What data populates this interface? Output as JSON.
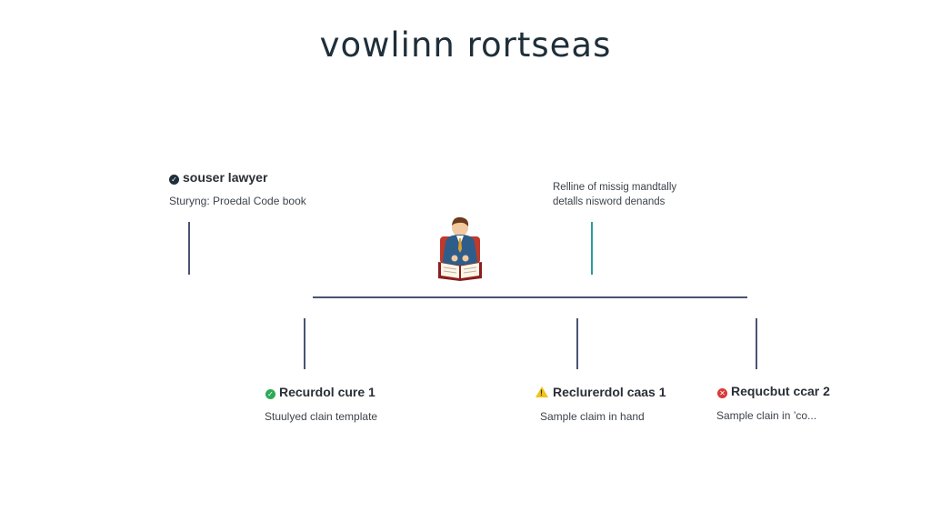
{
  "title": "vowlinn rortseas",
  "top_left": {
    "status_icon": "check-circle-icon",
    "status_color": "#1f2f3a",
    "heading": "souser lawyer",
    "subtext": "Sturyng: Proedal Code book"
  },
  "top_right": {
    "lines": [
      "Relline of missig mandtally",
      "detalls nisword denands"
    ]
  },
  "center_illustration": "lawyer-reading-book-icon",
  "nodes": [
    {
      "status_icon": "check-circle-icon",
      "status_color": "#2eaa58",
      "heading": "Recurdol cure 1",
      "subtext": "Stuulyed clain template"
    },
    {
      "status_icon": "warning-triangle-icon",
      "status_color": "#f0c419",
      "heading": "Reclurerdol caas 1",
      "subtext": "Sample claim in hand"
    },
    {
      "status_icon": "x-circle-icon",
      "status_color": "#d93a3a",
      "heading": "Requcbut ccar 2",
      "subtext": "Sample clain in ’co..."
    }
  ],
  "colors": {
    "connector": "#4a5374",
    "accent_teal": "#2a9ba3"
  }
}
